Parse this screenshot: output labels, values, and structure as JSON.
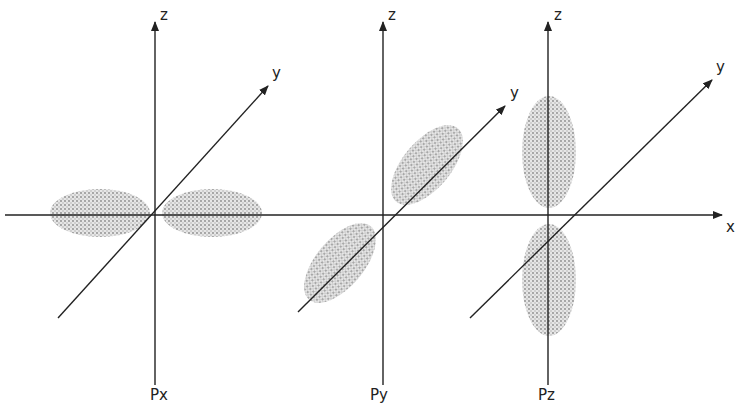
{
  "diagram": {
    "labels": [
      "z",
      "y",
      "z",
      "y",
      "z",
      "y",
      "x",
      "Px",
      "Py",
      "Pz"
    ]
  }
}
